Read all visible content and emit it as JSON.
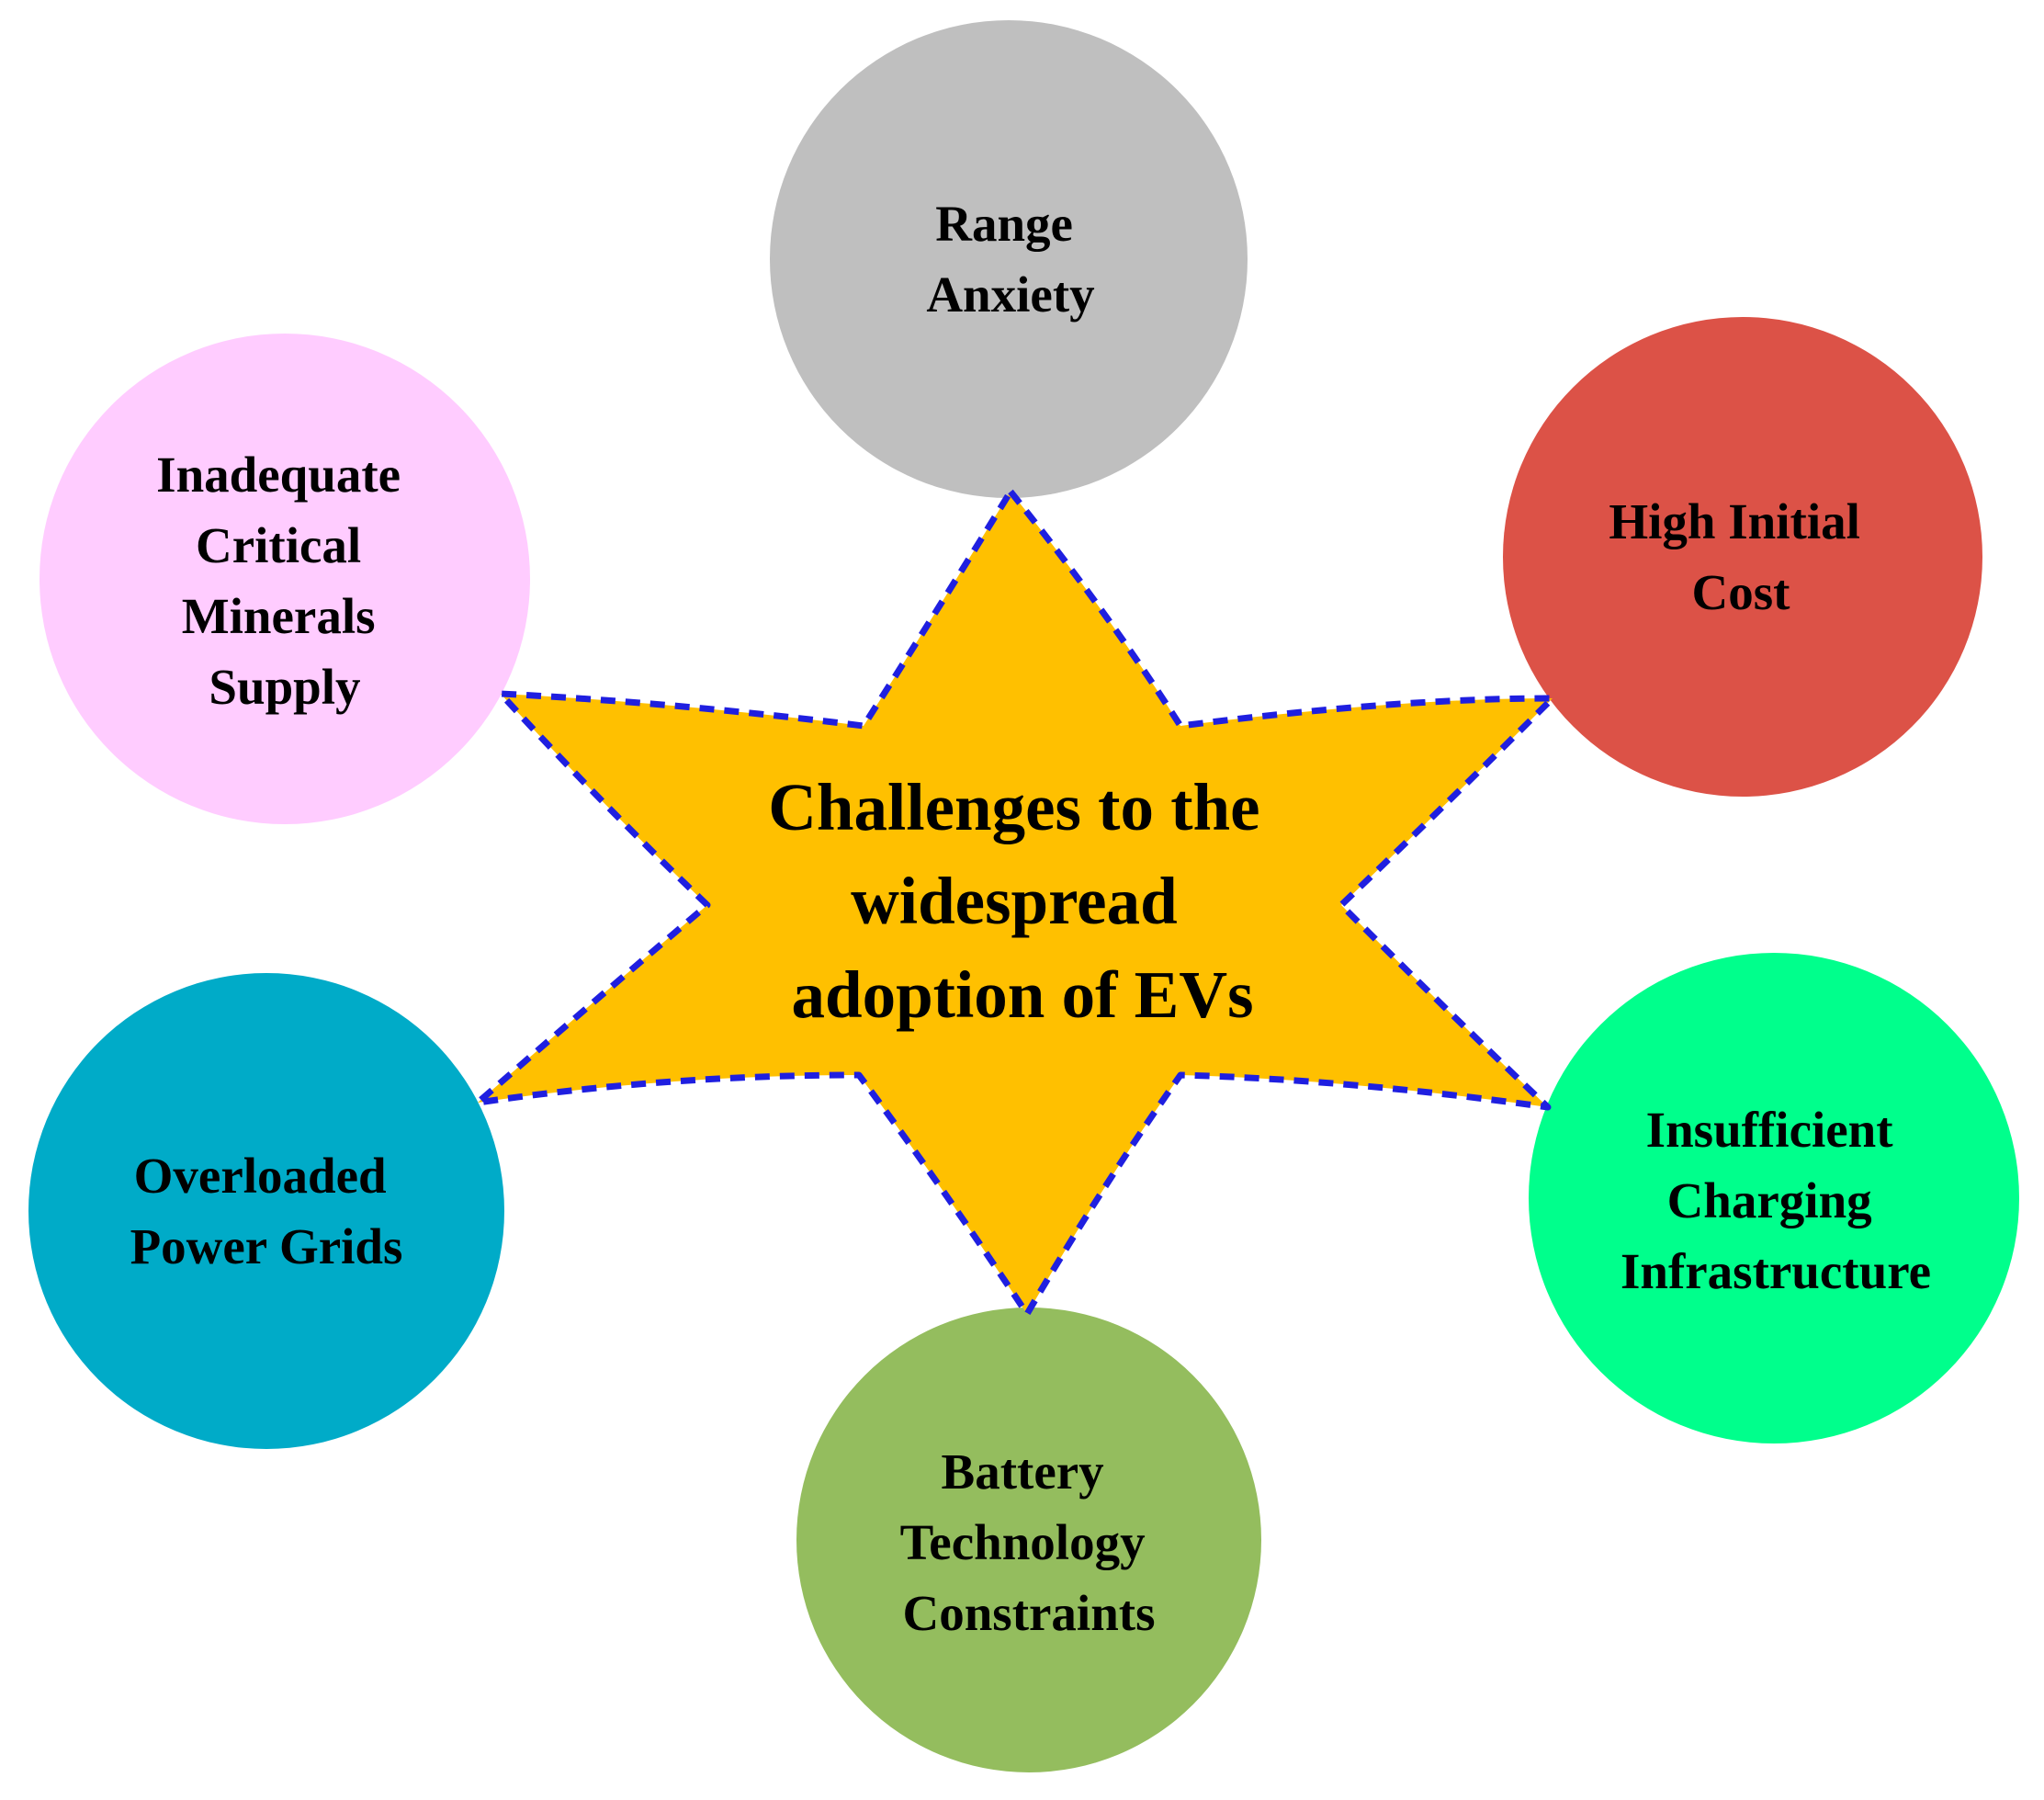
{
  "center": {
    "lines": [
      "Challenges to the",
      "widespread",
      "adoption of EVs"
    ],
    "fill": "#FFC000",
    "outline": "#1F1FE0"
  },
  "nodes": [
    {
      "id": "range-anxiety",
      "lines": [
        "Range",
        "Anxiety"
      ],
      "color": "#BFBFBF"
    },
    {
      "id": "high-initial-cost",
      "lines": [
        "High Initial",
        "Cost"
      ],
      "color": "#DC5247"
    },
    {
      "id": "insufficient-charging-infrastructure",
      "lines": [
        "Insufficient",
        "Charging",
        "Infrastructure"
      ],
      "color": "#00FF8C"
    },
    {
      "id": "battery-technology-constraints",
      "lines": [
        "Battery",
        "Technology",
        "Constraints"
      ],
      "color": "#94BD5E"
    },
    {
      "id": "overloaded-power-grids",
      "lines": [
        "Overloaded",
        "Power Grids"
      ],
      "color": "#00ABC8"
    },
    {
      "id": "inadequate-critical-minerals-supply",
      "lines": [
        "Inadequate",
        "Critical",
        "Minerals",
        "Supply"
      ],
      "color": "#FFCCFF"
    }
  ]
}
